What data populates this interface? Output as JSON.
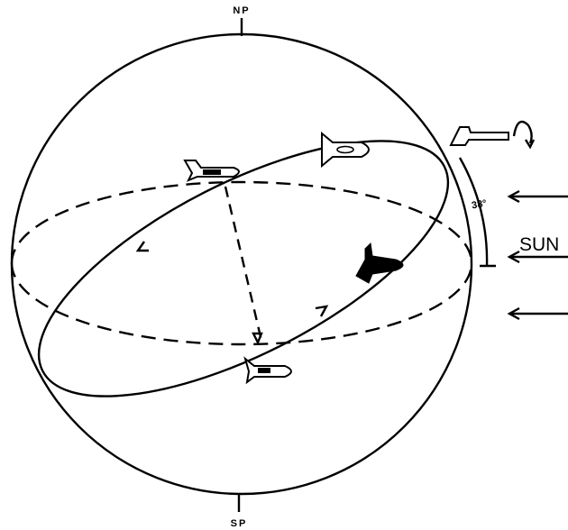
{
  "labels": {
    "north_pole": "NP",
    "south_pole": "SP",
    "sun": "SUN",
    "inclination": "38°"
  },
  "colors": {
    "ink": "#000000",
    "background": "#ffffff"
  }
}
